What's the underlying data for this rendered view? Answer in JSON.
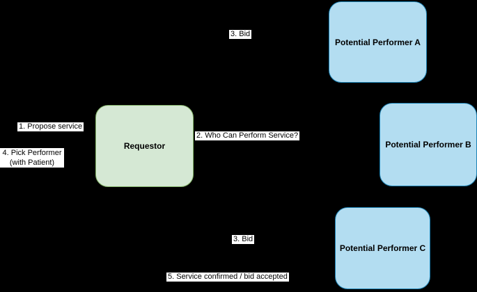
{
  "diagram": {
    "canvas_background": "#000000",
    "nodes": {
      "requestor": {
        "label": "Requestor",
        "fill": "#d5e8d4",
        "stroke": "#82b366"
      },
      "performer_a": {
        "label": "Potential Performer A",
        "fill": "#b3ddf1",
        "stroke": "#1d83b5"
      },
      "performer_b": {
        "label": "Potential Performer B",
        "fill": "#b3ddf1",
        "stroke": "#1d83b5"
      },
      "performer_c": {
        "label": "Potential Performer C",
        "fill": "#b3ddf1",
        "stroke": "#1d83b5"
      }
    },
    "edge_labels": {
      "bid_top": "3. Bid",
      "propose_service": "1. Propose service",
      "who_can_perform": "2. Who Can Perform Service?",
      "pick_performer_line1": "4. Pick Performer",
      "pick_performer_line2": "(with Patient)",
      "bid_bottom": "3. Bid",
      "service_confirmed": "5. Service confirmed / bid accepted"
    },
    "label_background": "#ffffff",
    "label_text_color": "#000000"
  }
}
